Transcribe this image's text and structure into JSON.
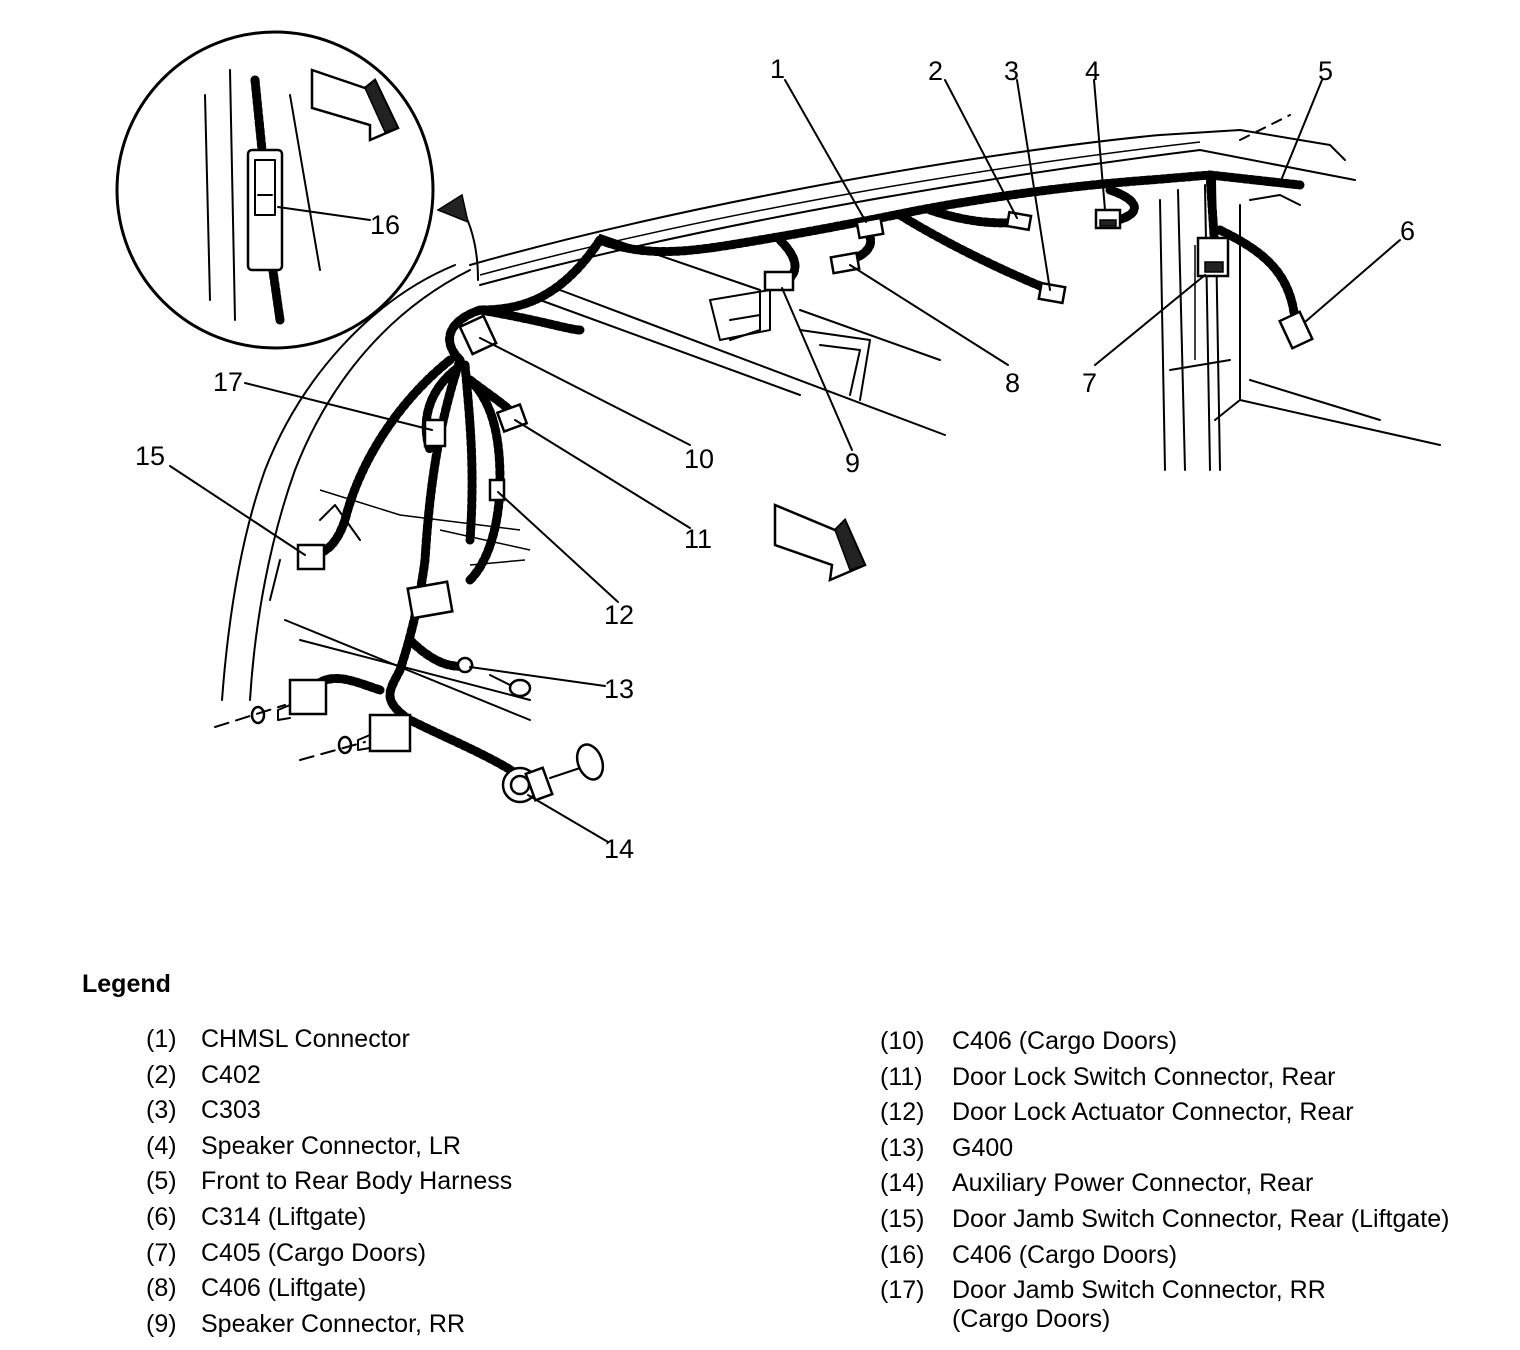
{
  "diagram": {
    "callouts": [
      "1",
      "2",
      "3",
      "4",
      "5",
      "6",
      "7",
      "8",
      "9",
      "10",
      "11",
      "12",
      "13",
      "14",
      "15",
      "16",
      "17"
    ]
  },
  "legend": {
    "title": "Legend",
    "left": [
      {
        "num": "(1)",
        "label": "CHMSL Connector"
      },
      {
        "num": "(2)",
        "label": "C402"
      },
      {
        "num": "(3)",
        "label": "C303"
      },
      {
        "num": "(4)",
        "label": "Speaker Connector, LR"
      },
      {
        "num": "(5)",
        "label": "Front to Rear Body Harness"
      },
      {
        "num": "(6)",
        "label": "C314 (Liftgate)"
      },
      {
        "num": "(7)",
        "label": "C405 (Cargo Doors)"
      },
      {
        "num": "(8)",
        "label": "C406 (Liftgate)"
      },
      {
        "num": "(9)",
        "label": "Speaker Connector, RR"
      }
    ],
    "right": [
      {
        "num": "(10)",
        "label": "C406 (Cargo Doors)"
      },
      {
        "num": "(11)",
        "label": "Door Lock Switch Connector, Rear"
      },
      {
        "num": "(12)",
        "label": "Door Lock Actuator Connector, Rear"
      },
      {
        "num": "(13)",
        "label": "G400"
      },
      {
        "num": "(14)",
        "label": "Auxiliary Power Connector, Rear"
      },
      {
        "num": "(15)",
        "label": "Door Jamb Switch Connector, Rear (Liftgate)"
      },
      {
        "num": "(16)",
        "label": "C406 (Cargo Doors)"
      },
      {
        "num": "(17)",
        "label": "Door Jamb Switch Connector, RR",
        "continuation": "(Cargo Doors)"
      }
    ]
  }
}
